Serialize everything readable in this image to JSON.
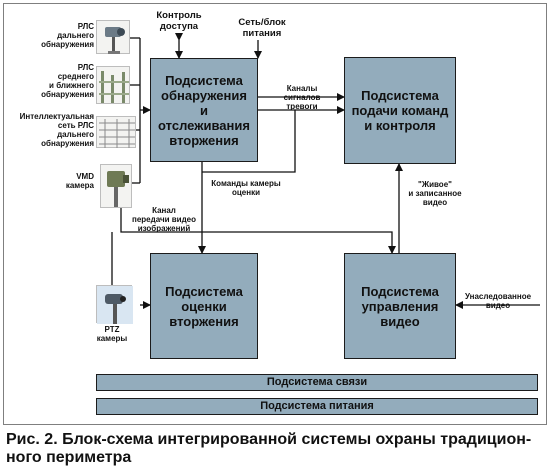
{
  "blocks": {
    "detection": "Подсистема\nобнаружения\nи\nотслеживания\nвторжения",
    "command": "Подсистема\nподачи команд\nи контроля",
    "assessment": "Подсистема\nоценки\nвторжения",
    "video_mgmt": "Подсистема\nуправления\nвидео"
  },
  "labels": {
    "access_control": "Контроль\nдоступа",
    "power_network": "Сеть/блок\nпитания",
    "alarm_channels": "Каналы\nсигналов\nтревоги",
    "camera_commands": "Команды камеры\nоценки",
    "video_channel": "Канал\nпередачи видео\nизображений",
    "live_recorded": "\"Живое\"\nи записанное\nвидео",
    "legacy_video": "Унаследованное\nвидео"
  },
  "sensors": {
    "long_range_radar": "РЛС\nдальнего\nобнаружения",
    "mid_short_radar": "РЛС\nсреднего\nи ближнего\nобнаружения",
    "intelligent_network": "Интеллектуальная\nсеть РЛС\nдальнего\nобнаружения",
    "vmd_camera": "VMD\nкамера",
    "ptz_camera": "PTZ\nкамеры"
  },
  "bars": {
    "comm": "Подсистема связи",
    "power": "Подсистема питания"
  },
  "caption": "Рис. 2. Блок-схема интегрированной системы охраны традицион-\nного периметра",
  "colors": {
    "block_fill": "#93acbc",
    "border": "#1b1b1b",
    "line": "#111111"
  },
  "icons": {
    "long_range_radar": "radar-device-icon",
    "mid_short_radar": "sensor-post-icon",
    "intelligent_network": "fence-sensor-icon",
    "vmd_camera": "vmd-camera-icon",
    "ptz_camera": "ptz-camera-icon"
  }
}
